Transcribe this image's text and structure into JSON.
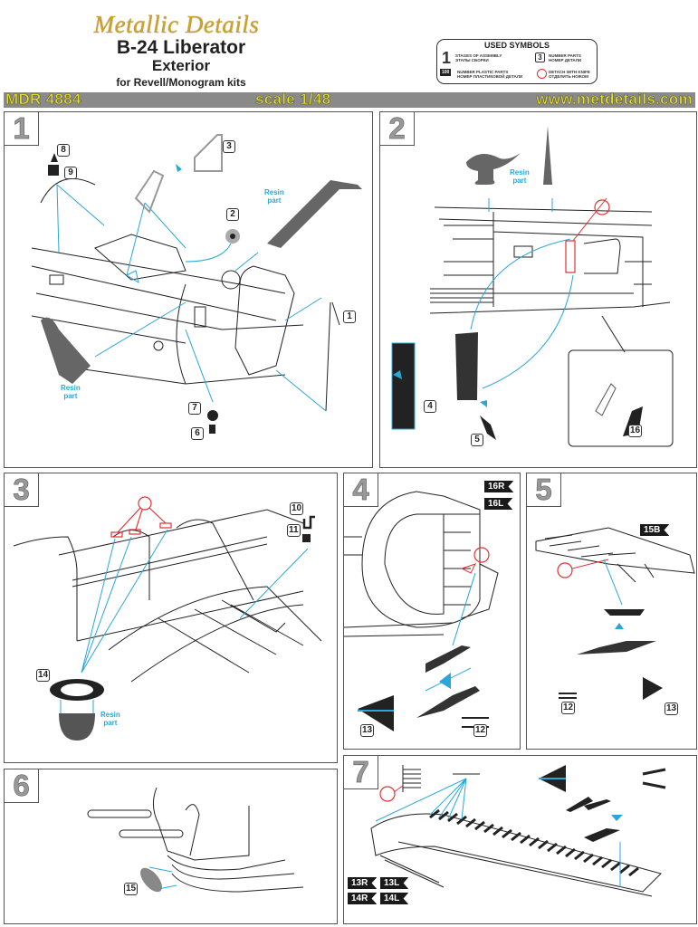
{
  "header": {
    "brand": "Metallic Details",
    "title": "B-24 Liberator",
    "subtitle": "Exterior",
    "for_kits": "for Revell/Monogram kits"
  },
  "used_symbols": {
    "heading": "USED SYMBOLS",
    "stage_example": "1",
    "stage_label_en": "STAGES OF ASSEMBLY",
    "stage_label_ru": "ЭТАПЫ СБОРКИ",
    "part_example": "3",
    "part_label_en": "NUMBER PARTS",
    "part_label_ru": "НОМЕР ДЕТАЛИ",
    "plastic_example": "100",
    "plastic_label_en": "NUMBER PLASTIC PARTS",
    "plastic_label_ru": "НОМЕР ПЛАСТИКОВОЙ ДЕТАЛИ",
    "knife_label_en": "DETACH WITH KNIFE",
    "knife_label_ru": "ОТДЕЛИТЬ НОЖОМ"
  },
  "banner": {
    "code": "MDR 4884",
    "scale": "scale 1/48",
    "website": "www.metdetails.com"
  },
  "colors": {
    "brand_gold": "#c9a227",
    "banner_gray": "#8a8a8a",
    "banner_text": "#e8e020",
    "guide_blue": "#2aa7d8",
    "knife_red": "#d33333"
  },
  "steps": [
    {
      "number": "1",
      "parts": [
        "8",
        "9",
        "3",
        "2",
        "1",
        "7",
        "6"
      ],
      "resin_labels": [
        "Resin part",
        "Resin part"
      ]
    },
    {
      "number": "2",
      "parts": [
        "4",
        "5",
        "16"
      ],
      "resin_labels": [
        "Resin part"
      ]
    },
    {
      "number": "3",
      "parts": [
        "10",
        "11",
        "14"
      ],
      "resin_labels": [
        "Resin part"
      ]
    },
    {
      "number": "4",
      "parts": [
        "13",
        "12"
      ],
      "plastic_parts": [
        "16R",
        "16L"
      ]
    },
    {
      "number": "5",
      "parts": [
        "12",
        "13"
      ],
      "plastic_parts": [
        "15B"
      ]
    },
    {
      "number": "6",
      "parts": [
        "15"
      ]
    },
    {
      "number": "7",
      "parts": [],
      "plastic_parts": [
        "13R",
        "13L",
        "14R",
        "14L"
      ]
    }
  ],
  "resin_text": "Resin",
  "part_text": "part"
}
